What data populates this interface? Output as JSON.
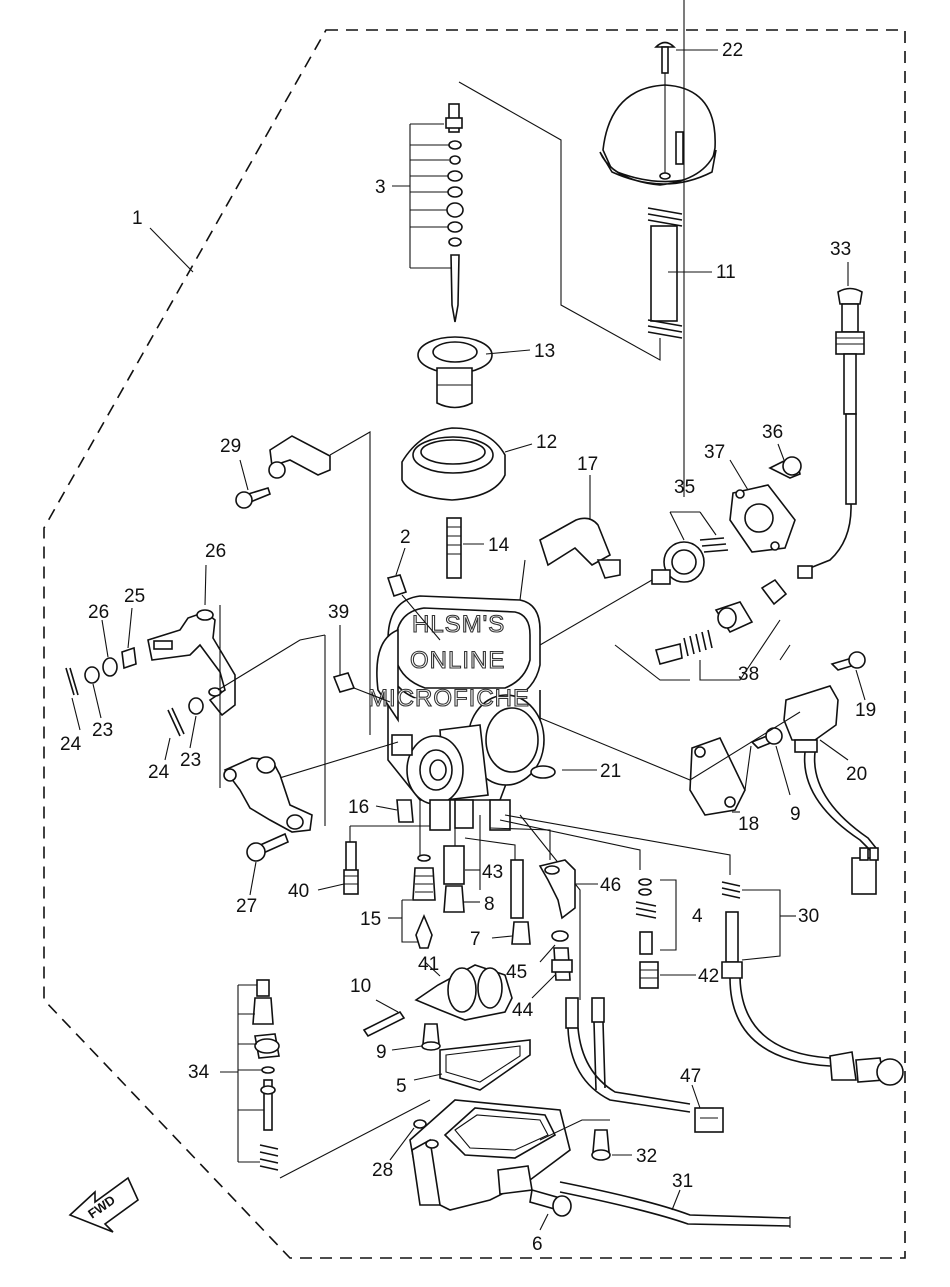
{
  "callouts": [
    {
      "id": "1",
      "text": "1"
    },
    {
      "id": "2",
      "text": "2"
    },
    {
      "id": "3",
      "text": "3"
    },
    {
      "id": "4",
      "text": "4"
    },
    {
      "id": "5",
      "text": "5"
    },
    {
      "id": "6",
      "text": "6"
    },
    {
      "id": "7",
      "text": "7"
    },
    {
      "id": "8",
      "text": "8"
    },
    {
      "id": "9a",
      "text": "9"
    },
    {
      "id": "9b",
      "text": "9"
    },
    {
      "id": "10",
      "text": "10"
    },
    {
      "id": "11",
      "text": "11"
    },
    {
      "id": "12",
      "text": "12"
    },
    {
      "id": "13",
      "text": "13"
    },
    {
      "id": "14",
      "text": "14"
    },
    {
      "id": "15",
      "text": "15"
    },
    {
      "id": "16",
      "text": "16"
    },
    {
      "id": "17",
      "text": "17"
    },
    {
      "id": "18",
      "text": "18"
    },
    {
      "id": "19",
      "text": "19"
    },
    {
      "id": "20",
      "text": "20"
    },
    {
      "id": "21",
      "text": "21"
    },
    {
      "id": "22",
      "text": "22"
    },
    {
      "id": "23a",
      "text": "23"
    },
    {
      "id": "23b",
      "text": "23"
    },
    {
      "id": "24a",
      "text": "24"
    },
    {
      "id": "24b",
      "text": "24"
    },
    {
      "id": "25",
      "text": "25"
    },
    {
      "id": "26a",
      "text": "26"
    },
    {
      "id": "26b",
      "text": "26"
    },
    {
      "id": "27",
      "text": "27"
    },
    {
      "id": "28",
      "text": "28"
    },
    {
      "id": "29",
      "text": "29"
    },
    {
      "id": "30",
      "text": "30"
    },
    {
      "id": "31",
      "text": "31"
    },
    {
      "id": "32",
      "text": "32"
    },
    {
      "id": "33",
      "text": "33"
    },
    {
      "id": "34",
      "text": "34"
    },
    {
      "id": "35",
      "text": "35"
    },
    {
      "id": "36",
      "text": "36"
    },
    {
      "id": "37",
      "text": "37"
    },
    {
      "id": "38",
      "text": "38"
    },
    {
      "id": "39",
      "text": "39"
    },
    {
      "id": "40",
      "text": "40"
    },
    {
      "id": "41",
      "text": "41"
    },
    {
      "id": "42",
      "text": "42"
    },
    {
      "id": "43",
      "text": "43"
    },
    {
      "id": "44",
      "text": "44"
    },
    {
      "id": "45",
      "text": "45"
    },
    {
      "id": "46",
      "text": "46"
    },
    {
      "id": "47",
      "text": "47"
    }
  ],
  "watermark": {
    "line1": "HLSM'S",
    "line2": "ONLINE",
    "line3": "MICROFICHE"
  },
  "direction_badge": "FWD",
  "colors": {
    "ink": "#111111",
    "paper": "#ffffff"
  }
}
